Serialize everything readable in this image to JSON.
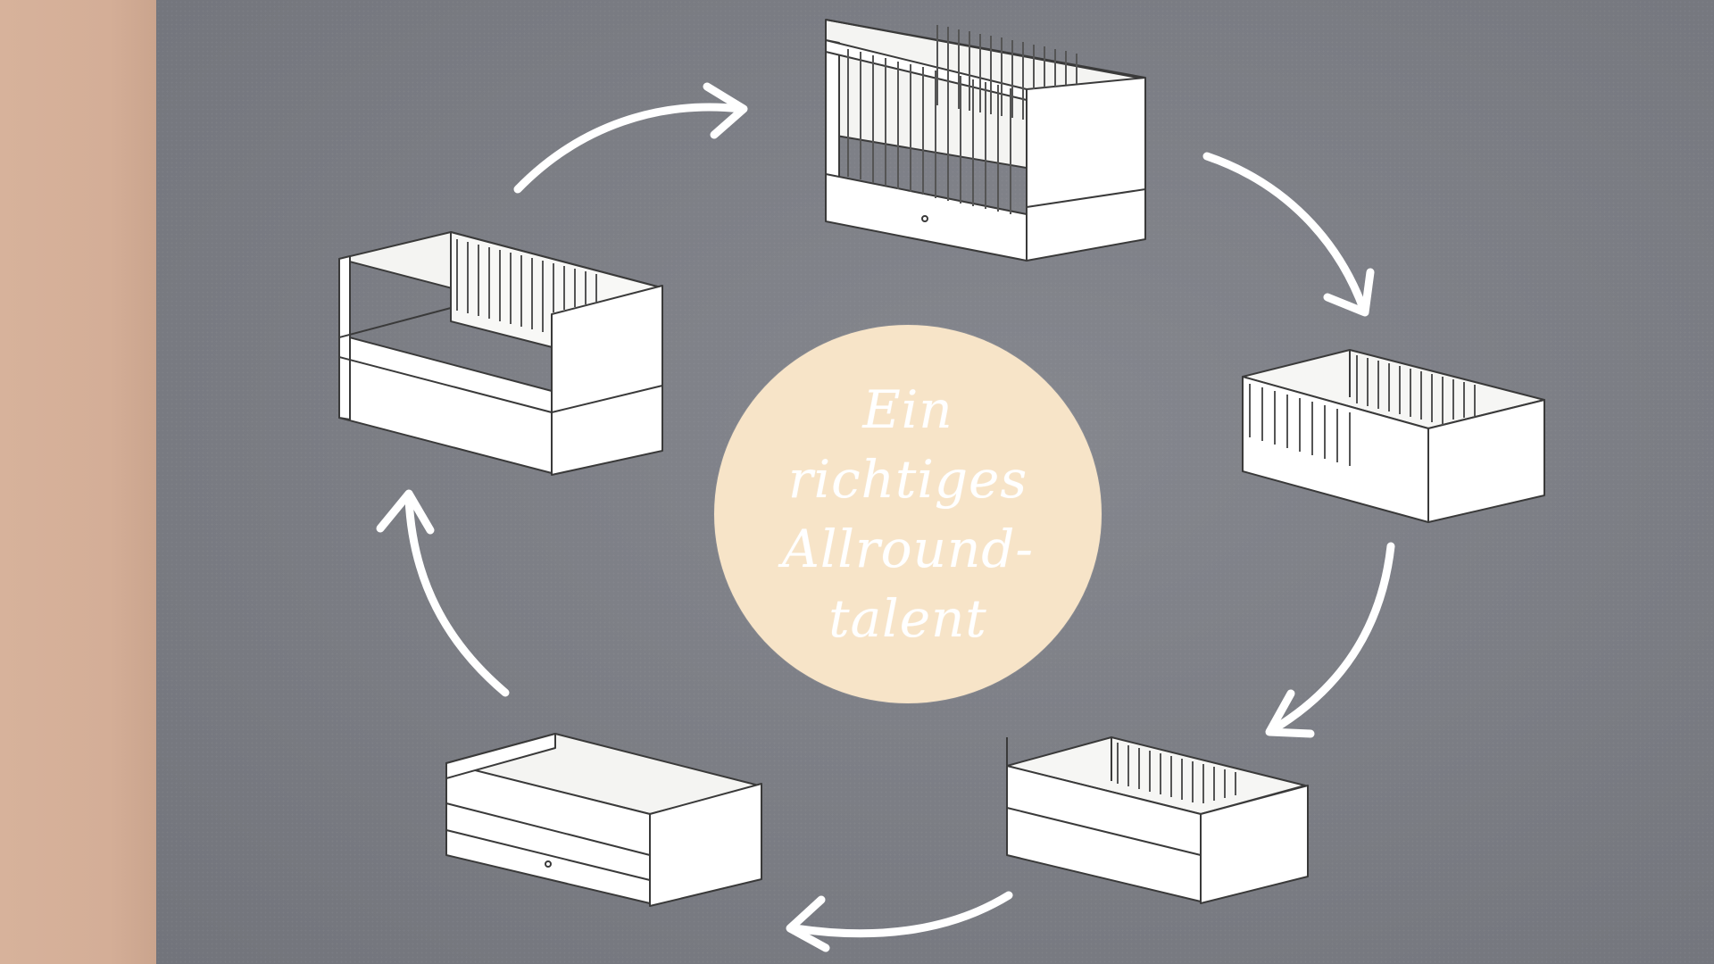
{
  "headline": {
    "lines": [
      "Ein",
      "richtiges",
      "Allround-",
      "talent"
    ]
  },
  "colors": {
    "wall": "#7d7f86",
    "beige_strip": "#d6b19a",
    "disc": "#f7e4c8",
    "line_art": "#ffffff"
  },
  "illustration": {
    "stages": [
      "baby-crib",
      "crib-with-rail",
      "toddler-bed-half-rail",
      "junior-bed-with-drawer",
      "bench-sofa"
    ],
    "arrows": 5
  }
}
